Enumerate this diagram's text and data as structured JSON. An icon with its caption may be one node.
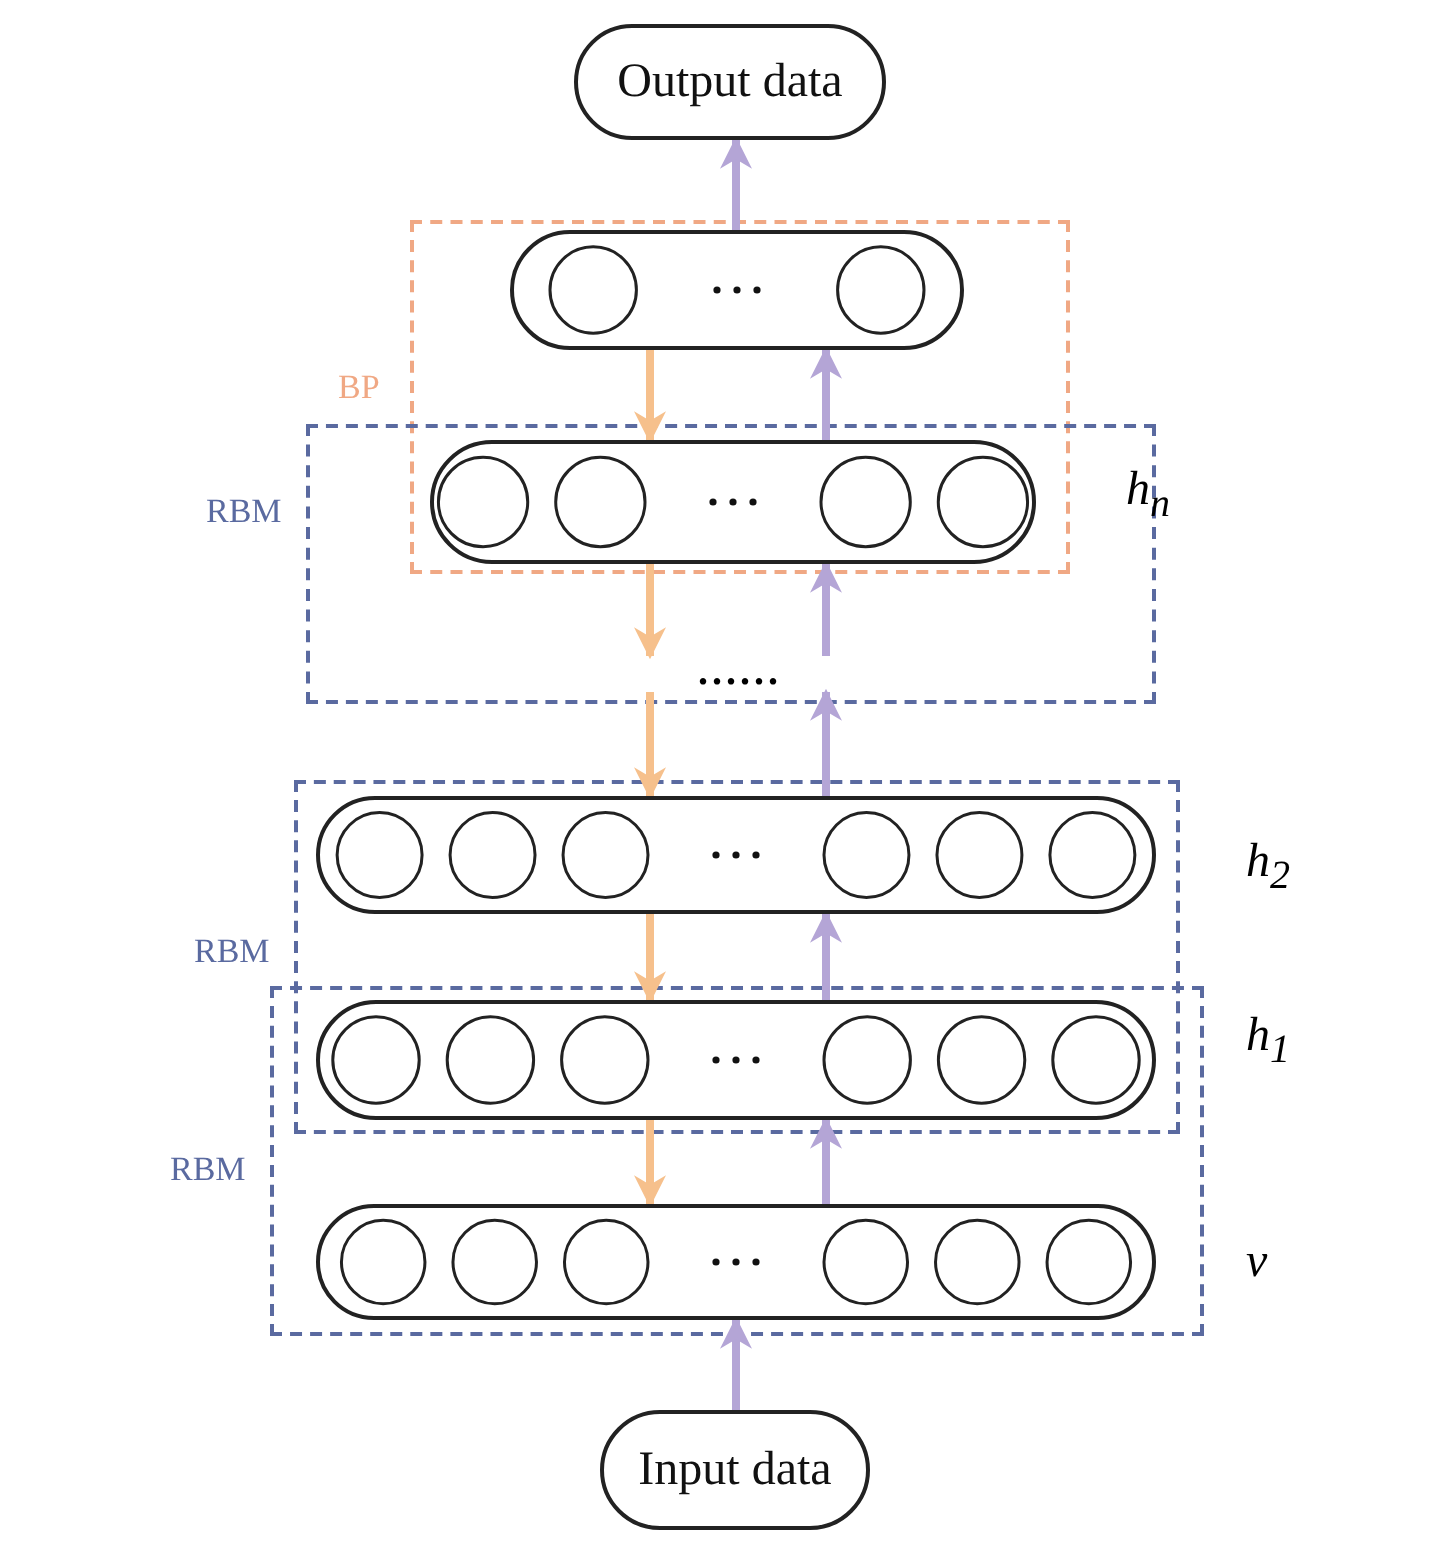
{
  "diagram": {
    "nodes": [
      {
        "text": [
          "Output data"
        ]
      },
      {
        "text": [
          "BP"
        ]
      },
      {
        "text": [],
        "shape": "box",
        "in": 1
      },
      {
        "text": [
          "RBM"
        ]
      },
      {
        "text": [],
        "shape": "box",
        "beside": [
          "h$_{n}$"
        ]
      },
      {
        "text": [
          "......"
        ],
        "in": 3
      },
      {
        "text": [
          "RBM"
        ]
      },
      {
        "text": [],
        "shape": "box",
        "beside": [
          "h$_{2}$"
        ],
        "in": 6
      },
      {
        "text": [
          "RBM"
        ]
      },
      {
        "text": [],
        "shape": "box",
        "beside": [
          "h$_{1}$"
        ]
      },
      {
        "text": [],
        "shape": "box",
        "beside": [
          "v"
        ],
        "in": 8
      },
      {
        "text": [
          "Input data"
        ]
      }
    ],
    "edges": [
      {
        "from": 2,
        "to": 0,
        "arrow": "to"
      },
      {
        "from": 2,
        "to": 4,
        "arrow": "to",
        "color": "#f6c08c"
      },
      {
        "from": 4,
        "to": 2,
        "arrow": "to"
      },
      {
        "from": 4,
        "to": 5,
        "arrow": "to",
        "color": "#f6c08c"
      },
      {
        "from": 5,
        "to": 4,
        "arrow": "to"
      },
      {
        "from": 5,
        "to": 7,
        "arrow": "to",
        "color": "#f6c08c"
      },
      {
        "from": 7,
        "to": 5,
        "arrow": "to"
      },
      {
        "from": 7,
        "to": 9,
        "arrow": "to",
        "color": "#f6c08c"
      },
      {
        "from": 9,
        "to": 7,
        "arrow": "to"
      },
      {
        "from": 9,
        "to": 10,
        "arrow": "to",
        "color": "#f6c08c"
      },
      {
        "from": 10,
        "to": 9,
        "arrow": "to"
      },
      {
        "from": 11,
        "to": 10,
        "arrow": "to"
      }
    ]
  }
}
